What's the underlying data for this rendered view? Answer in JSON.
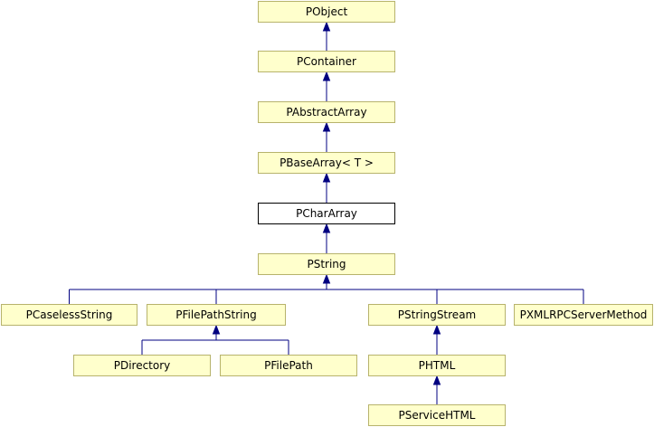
{
  "diagram": {
    "nodes": {
      "pobject": "PObject",
      "pcontainer": "PContainer",
      "pabstractarray": "PAbstractArray",
      "pbasearray": "PBaseArray< T >",
      "pchararray": "PCharArray",
      "pstring": "PString",
      "pcaselessstring": "PCaselessString",
      "pfilepathstring": "PFilePathString",
      "pstringstream": "PStringStream",
      "pxmlrpcservermethod": "PXMLRPCServerMethod",
      "pdirectory": "PDirectory",
      "pfilepath": "PFilePath",
      "phtml": "PHTML",
      "pservicehtml": "PServiceHTML"
    },
    "edges": [
      {
        "from": "pcontainer",
        "to": "pobject"
      },
      {
        "from": "pabstractarray",
        "to": "pcontainer"
      },
      {
        "from": "pbasearray",
        "to": "pabstractarray"
      },
      {
        "from": "pchararray",
        "to": "pbasearray"
      },
      {
        "from": "pstring",
        "to": "pchararray"
      },
      {
        "from": "pcaselessstring",
        "to": "pstring"
      },
      {
        "from": "pfilepathstring",
        "to": "pstring"
      },
      {
        "from": "pstringstream",
        "to": "pstring"
      },
      {
        "from": "pxmlrpcservermethod",
        "to": "pstring"
      },
      {
        "from": "pdirectory",
        "to": "pfilepathstring"
      },
      {
        "from": "pfilepath",
        "to": "pfilepathstring"
      },
      {
        "from": "phtml",
        "to": "pstringstream"
      },
      {
        "from": "pservicehtml",
        "to": "phtml"
      }
    ],
    "colors": {
      "node_fill": "#ffffcc",
      "node_border": "#b7b36c",
      "current_fill": "#ffffff",
      "current_border": "#000000",
      "edge": "#000080"
    }
  }
}
